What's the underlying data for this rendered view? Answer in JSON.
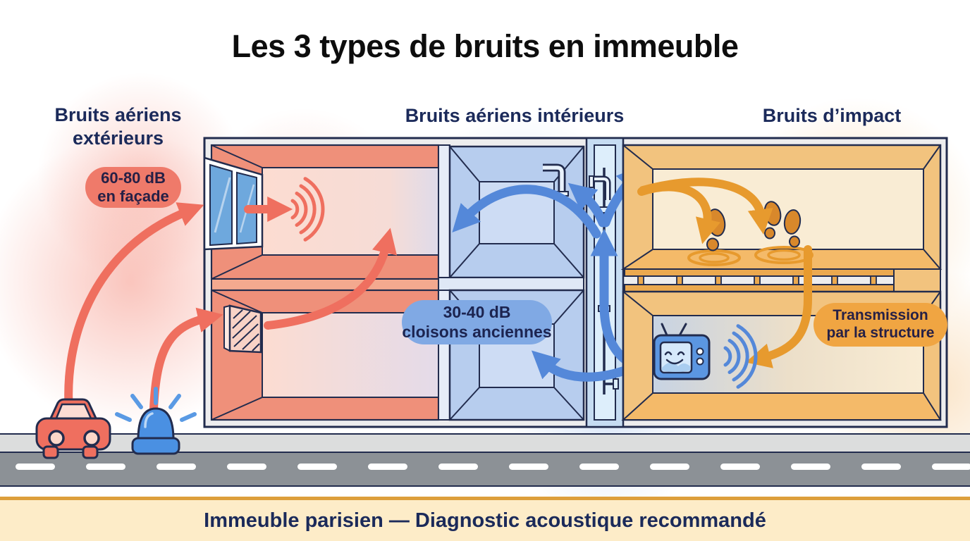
{
  "title": "Les 3 types de bruits en immeuble",
  "sections": {
    "exterieur": {
      "label_line1": "Bruits aériens",
      "label_line2": "extérieurs",
      "badge_line1": "60-80 dB",
      "badge_line2": "en façade"
    },
    "interieur": {
      "label": "Bruits aériens intérieurs",
      "badge_line1": "30-40 dB",
      "badge_line2": "cloisons anciennes"
    },
    "impact": {
      "label": "Bruits d’impact",
      "badge_line1": "Transmission",
      "badge_line2": "par la structure"
    }
  },
  "footer": {
    "caption": "Immeuble parisien — Diagnostic acoustique recommandé"
  },
  "colors": {
    "navy_outline": "#222c4e",
    "text_navy": "#1b2a5a",
    "title_black": "#0d0d0d",
    "red": "#ef6f5f",
    "red_wall": "#ef907a",
    "red_badge": "#ef7a6a",
    "blue": "#5488d9",
    "blue_panel": "#b7cdee",
    "blue_badge": "#80a9e4",
    "orange": "#e79a2e",
    "orange_wall": "#f2c37e",
    "orange_badge": "#f0a542",
    "footprint": "#d8882b",
    "road_gray": "#8c9196",
    "footer_bg": "#fdecc8",
    "footer_border": "#dd9f3b"
  },
  "icons": {
    "car_icon": "red car front view (street noise source)",
    "siren_icon": "blue emergency siren with light rays",
    "window_icon": "double-pane facade window",
    "vent_icon": "hatched air vent grille",
    "pipe_icon": "plumbing pipes in technical shaft",
    "tv_icon": "blue television with smiley screen and antenna",
    "footsteps_icon": "shoe prints with impact ripples",
    "sound_waves_icon": "curved sound wave arcs",
    "road_icon": "asphalt road with white dashed line"
  }
}
